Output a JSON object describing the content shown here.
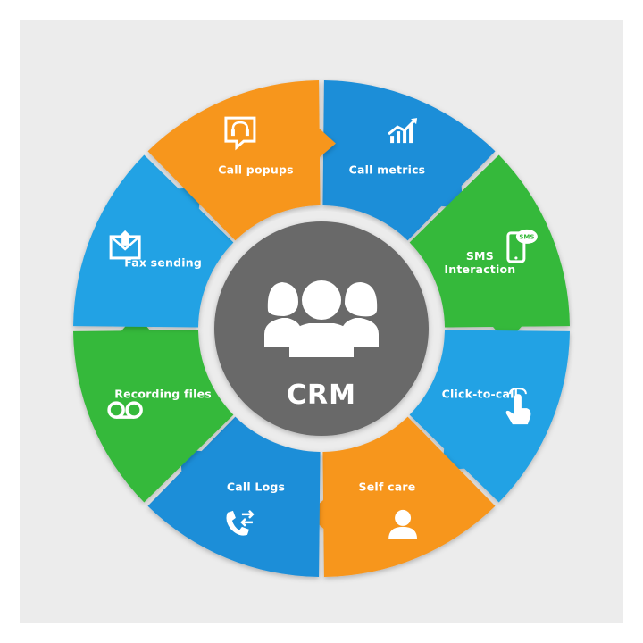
{
  "hub": {
    "title": "CRM",
    "color": "#696969"
  },
  "colors": {
    "blue": "#1e8ed8",
    "light_blue": "#22a2e4",
    "orange": "#f7961d",
    "green": "#36b93a",
    "background": "#ececec"
  },
  "segments": [
    {
      "id": "call-metrics",
      "lines": [
        "Call metrics"
      ],
      "icon": "chart-trend-icon",
      "color": "#1e8ed8"
    },
    {
      "id": "sms-interaction",
      "lines": [
        "SMS",
        "Interaction"
      ],
      "icon": "sms-phone-icon",
      "color": "#36b93a",
      "icon_text": "SMS"
    },
    {
      "id": "click-to-call",
      "lines": [
        "Click-to-call"
      ],
      "icon": "pointer-hand-icon",
      "color": "#22a2e4"
    },
    {
      "id": "self-care",
      "lines": [
        "Self care"
      ],
      "icon": "person-icon",
      "color": "#f7961d"
    },
    {
      "id": "call-logs",
      "lines": [
        "Call Logs"
      ],
      "icon": "phone-transfer-icon",
      "color": "#1e8ed8"
    },
    {
      "id": "recording-files",
      "lines": [
        "Recording files"
      ],
      "icon": "voicemail-icon",
      "color": "#36b93a"
    },
    {
      "id": "fax-sending",
      "lines": [
        "Fax sending"
      ],
      "icon": "fax-envelope-icon",
      "color": "#22a2e4"
    },
    {
      "id": "call-popups",
      "lines": [
        "Call popups"
      ],
      "icon": "headset-chat-icon",
      "color": "#f7961d"
    }
  ]
}
